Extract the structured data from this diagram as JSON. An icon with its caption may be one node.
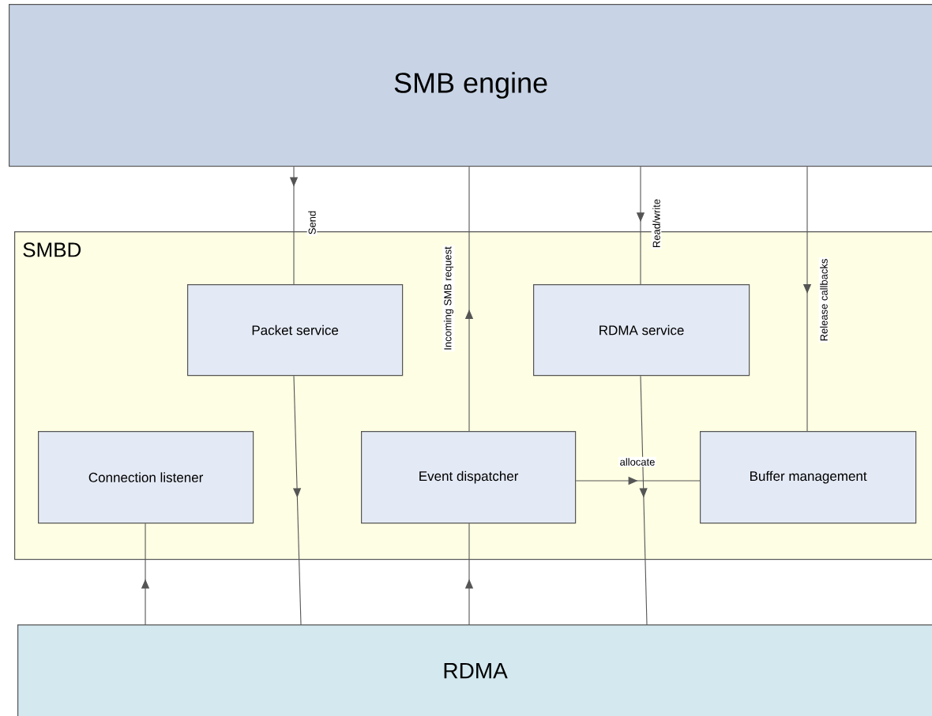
{
  "diagram": {
    "nodes": [
      {
        "text": [
          "SMB engine"
        ]
      },
      {
        "text": [
          "SMBD"
        ]
      },
      {
        "text": [
          "Packet service"
        ],
        "in": 1
      },
      {
        "text": [
          "RDMA service"
        ],
        "in": 1
      },
      {
        "text": [
          "Connection listener"
        ],
        "in": 1
      },
      {
        "text": [
          "Event dispatcher"
        ],
        "in": 1
      },
      {
        "text": [
          "Buffer management"
        ],
        "in": 1
      },
      {
        "text": [
          "RDMA"
        ]
      }
    ],
    "edges": [
      {
        "from": 0,
        "to": 2,
        "arrow": "to",
        "label": "Send"
      },
      {
        "from": 5,
        "to": 0,
        "arrow": "to",
        "label": "Incoming SMB request"
      },
      {
        "from": 0,
        "to": 3,
        "arrow": "to",
        "label": "Read/write"
      },
      {
        "from": 0,
        "to": 6,
        "arrow": "to",
        "label": "Release callbacks"
      },
      {
        "from": 2,
        "to": 7,
        "arrow": "to"
      },
      {
        "from": 3,
        "to": 7,
        "arrow": "to"
      },
      {
        "from": 7,
        "to": 4,
        "arrow": "to"
      },
      {
        "from": 7,
        "to": 5,
        "arrow": "to"
      },
      {
        "from": 5,
        "to": 6,
        "arrow": "to",
        "label": "allocate"
      }
    ]
  }
}
